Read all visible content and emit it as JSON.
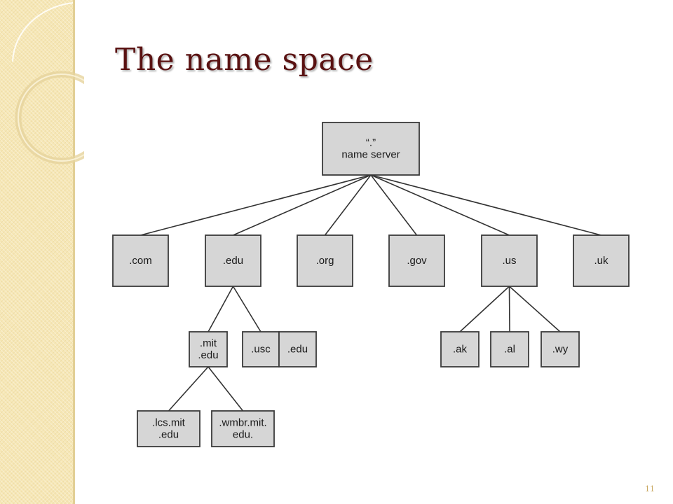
{
  "slide": {
    "title": "The name space",
    "page_number": "11"
  },
  "colors": {
    "title": "#5a1212",
    "node_fill": "#d6d6d6",
    "node_stroke": "#3a3a3a",
    "line": "#333333",
    "sidebar": "#f6e7b6"
  },
  "diagram": {
    "nodes": [
      {
        "id": "root",
        "lines": [
          "“.”",
          "name server"
        ]
      },
      {
        "id": "com",
        "lines": [
          ".com"
        ]
      },
      {
        "id": "edu",
        "lines": [
          ".edu"
        ]
      },
      {
        "id": "org",
        "lines": [
          ".org"
        ]
      },
      {
        "id": "gov",
        "lines": [
          ".gov"
        ]
      },
      {
        "id": "us",
        "lines": [
          ".us"
        ]
      },
      {
        "id": "uk",
        "lines": [
          ".uk"
        ]
      },
      {
        "id": "mitedu",
        "lines": [
          ".mit",
          ".edu"
        ]
      },
      {
        "id": "usc",
        "lines": [
          ".usc"
        ]
      },
      {
        "id": "usc-edu",
        "lines": [
          ".edu"
        ]
      },
      {
        "id": "ak",
        "lines": [
          ".ak"
        ]
      },
      {
        "id": "al",
        "lines": [
          ".al"
        ]
      },
      {
        "id": "wy",
        "lines": [
          ".wy"
        ]
      },
      {
        "id": "lcs",
        "lines": [
          ".lcs.mit",
          ".edu"
        ]
      },
      {
        "id": "wmbr",
        "lines": [
          ".wmbr.mit.",
          "edu."
        ]
      }
    ],
    "edges": [
      [
        "root",
        "com"
      ],
      [
        "root",
        "edu"
      ],
      [
        "root",
        "org"
      ],
      [
        "root",
        "gov"
      ],
      [
        "root",
        "us"
      ],
      [
        "root",
        "uk"
      ],
      [
        "edu",
        "mitedu"
      ],
      [
        "edu",
        "usc"
      ],
      [
        "us",
        "ak"
      ],
      [
        "us",
        "al"
      ],
      [
        "us",
        "wy"
      ],
      [
        "mitedu",
        "lcs"
      ],
      [
        "mitedu",
        "wmbr"
      ]
    ]
  }
}
